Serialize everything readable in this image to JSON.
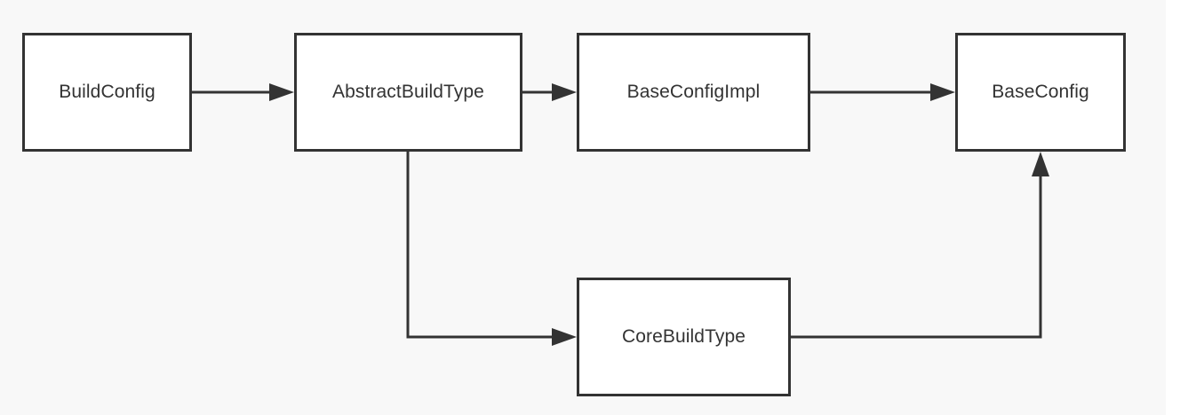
{
  "diagram": {
    "nodes": {
      "build_config": "BuildConfig",
      "abstract_build_type": "AbstractBuildType",
      "base_config_impl": "BaseConfigImpl",
      "base_config": "BaseConfig",
      "core_build_type": "CoreBuildType"
    },
    "edges": [
      {
        "from": "BuildConfig",
        "to": "AbstractBuildType"
      },
      {
        "from": "AbstractBuildType",
        "to": "BaseConfigImpl"
      },
      {
        "from": "BaseConfigImpl",
        "to": "BaseConfig"
      },
      {
        "from": "AbstractBuildType",
        "to": "CoreBuildType"
      },
      {
        "from": "CoreBuildType",
        "to": "BaseConfig"
      }
    ],
    "colors": {
      "background": "#f8f8f8",
      "box_fill": "#ffffff",
      "stroke": "#333333",
      "text": "#333333"
    }
  }
}
